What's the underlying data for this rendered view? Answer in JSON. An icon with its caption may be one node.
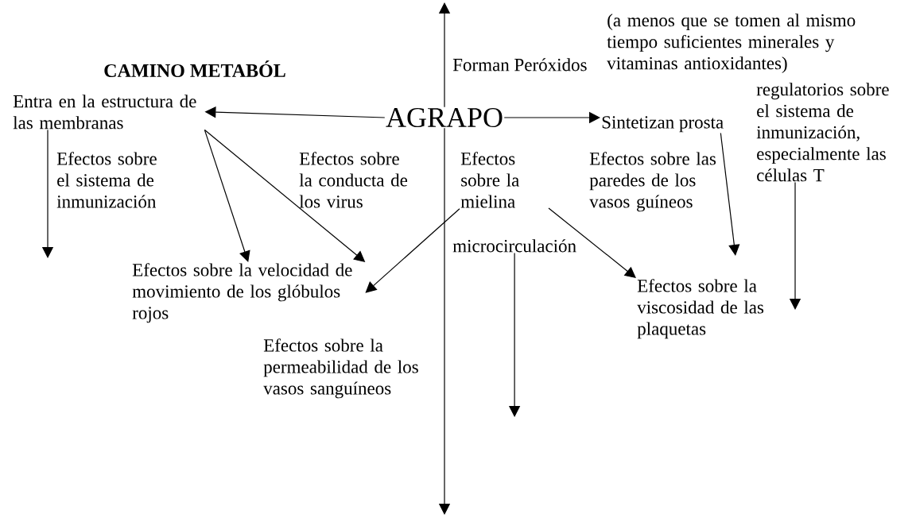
{
  "diagram": {
    "title": "CAMINO METABÓL",
    "nodes": [
      {
        "text": [
          "AGRAPO"
        ]
      },
      {
        "text": [
          "Entra en la estructura de las membranas"
        ]
      },
      {
        "text": [
          "Forman Peróxidos"
        ]
      },
      {
        "text": [
          "(a menos que se tomen al mismo tiempo suficientes minerales y vitaminas antioxidantes)"
        ]
      },
      {
        "text": [
          "Sintetizan prosta"
        ]
      },
      {
        "text": [
          "regulatorios sobre el sistema de inmunización, especialmente las células T"
        ]
      },
      {
        "text": [
          "Efectos sobre el sistema de inmunización"
        ]
      },
      {
        "text": [
          "Efectos sobre la conducta de los virus"
        ]
      },
      {
        "text": [
          "Efectos sobre la mielina"
        ]
      },
      {
        "text": [
          "Efectos sobre las paredes de los vasos guíneos"
        ]
      },
      {
        "text": [
          "microcirculación"
        ]
      },
      {
        "text": [
          "Efectos sobre la velocidad de movimiento de los glóbulos rojos"
        ]
      },
      {
        "text": [
          "Efectos sobre la viscosidad de las plaquetas"
        ]
      },
      {
        "text": [
          "Efectos sobre la permeabilidad de los vasos sanguíneos"
        ]
      }
    ],
    "edges": [
      {
        "from": 0,
        "to": 1,
        "arrow": "to"
      },
      {
        "from": 0,
        "to": 4,
        "arrow": "to"
      },
      {
        "from": 0,
        "to": null,
        "arrow": "to"
      },
      {
        "from": 0,
        "to": null,
        "arrow": "to"
      },
      {
        "from": 1,
        "to": null,
        "arrow": "to"
      },
      {
        "from": 1,
        "to": 11,
        "arrow": "to"
      },
      {
        "from": 1,
        "to": 11,
        "arrow": "to"
      },
      {
        "from": 8,
        "to": 11,
        "arrow": "to"
      },
      {
        "from": 10,
        "to": null,
        "arrow": "to"
      },
      {
        "from": null,
        "to": 12,
        "arrow": "to"
      },
      {
        "from": 4,
        "to": null,
        "arrow": "to"
      },
      {
        "from": 5,
        "to": null,
        "arrow": "to"
      }
    ]
  }
}
